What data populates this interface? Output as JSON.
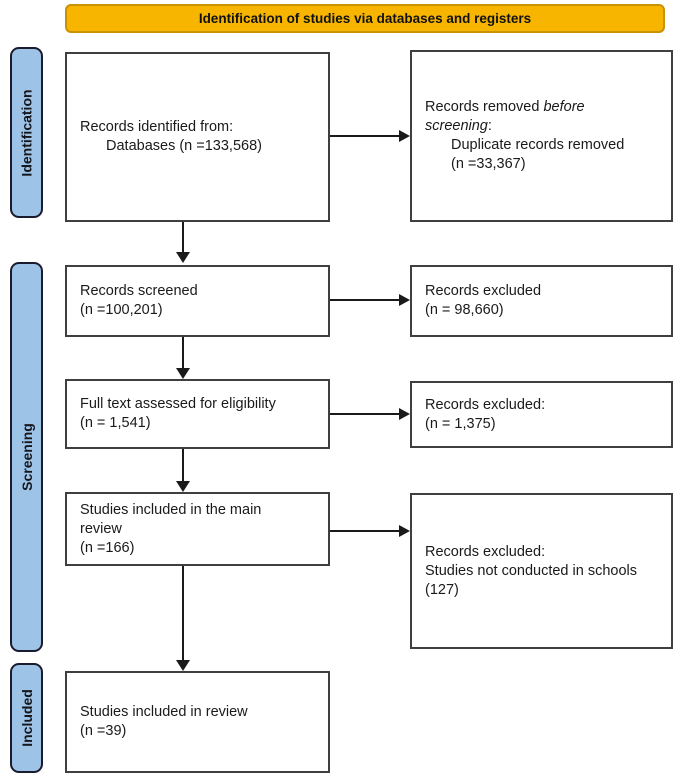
{
  "diagram": {
    "banner": "Identification of studies via databases and registers",
    "stages": {
      "identification": "Identification",
      "screening": "Screening",
      "included": "Included"
    },
    "boxes": {
      "records_identified": {
        "line1": "Records identified from:",
        "line2": "Databases (n =133,568)"
      },
      "records_removed": {
        "line1_pre": "Records removed ",
        "line1_italic": "before",
        "line2_italic": "screening",
        "line2_post": ":",
        "line3": "Duplicate records removed",
        "line4": "(n =33,367)"
      },
      "records_screened": {
        "line1": "Records screened",
        "line2": "(n =100,201)"
      },
      "records_excluded_screening": {
        "line1": "Records excluded",
        "line2": "(n = 98,660)"
      },
      "full_text_assessed": {
        "line1": "Full text assessed for eligibility",
        "line2": "(n = 1,541)"
      },
      "records_excluded_eligibility": {
        "line1": "Records excluded:",
        "line2": "(n = 1,375)"
      },
      "studies_main_review": {
        "line1": "Studies included in the main",
        "line2": "review",
        "line3": "(n =166)"
      },
      "records_excluded_schools": {
        "line1": "Records excluded:",
        "line2": "Studies not conducted in schools",
        "line3": "(127)"
      },
      "studies_included_review": {
        "line1": "Studies included in review",
        "line2": "(n =39)"
      }
    },
    "colors": {
      "banner_bg": "#F7B500",
      "banner_border": "#C89200",
      "stage_bg": "#9DC3E6",
      "stage_border": "#1B1B2F",
      "box_border": "#3F3F3F",
      "arrow": "#1A1A1A",
      "text": "#1A1A1A"
    }
  }
}
